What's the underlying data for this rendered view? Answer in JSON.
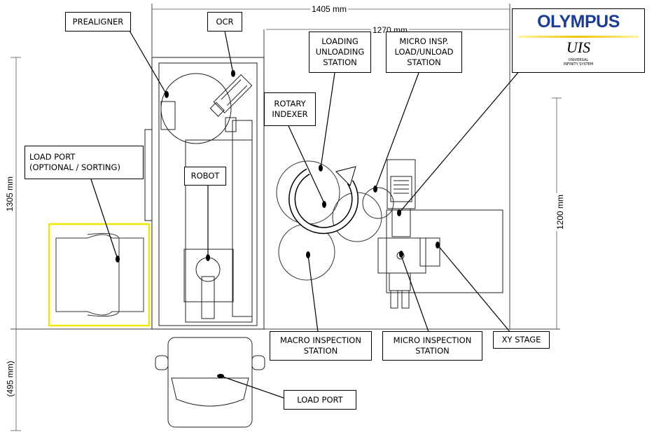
{
  "dimensions": {
    "overall_width": "1405 mm",
    "inner_width": "1270 mm",
    "depth": "1305 mm",
    "load_port_depth": "(495 mm)",
    "stage_depth": "1200 mm"
  },
  "labels": {
    "prealigner": "PREALIGNER",
    "ocr": "OCR",
    "loading_unloading": "LOADING\nUNLOADING\nSTATION",
    "micro_insp_load": "MICRO INSP.\nLOAD/UNLOAD\nSTATION",
    "rotary_indexer": "ROTARY\nINDEXER",
    "load_port_optional": "LOAD PORT\n(OPTIONAL / SORTING)",
    "robot": "ROBOT",
    "macro_inspection": "MACRO INSPECTION\nSTATION",
    "micro_inspection": "MICRO INSPECTION\nSTATION",
    "xy_stage": "XY STAGE",
    "load_port": "LOAD PORT"
  },
  "logo": {
    "brand": "OLYMPUS",
    "product": "UIS",
    "tagline": "UNIVERSAL\nINFINITY SYSTEM",
    "brand_color": "#1c3f94",
    "accent_color": "#f2c200"
  },
  "colors": {
    "highlight": "#f0e800"
  }
}
